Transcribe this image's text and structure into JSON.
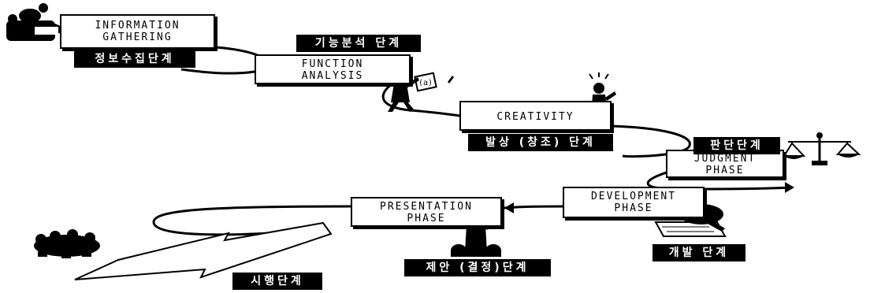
{
  "phases": [
    {
      "id": "information",
      "en_lines": [
        "INFORMATION",
        "GATHERING"
      ],
      "ko": "정보수집단계"
    },
    {
      "id": "function",
      "en_lines": [
        "FUNCTION",
        "ANALYSIS"
      ],
      "ko": "기능분석 단계"
    },
    {
      "id": "creativity",
      "en_lines": [
        "CREATIVITY"
      ],
      "ko": "발상 (창조) 단계"
    },
    {
      "id": "judgement",
      "en_lines": [
        "JUDGMENT",
        "PHASE"
      ],
      "ko": "판단단계"
    },
    {
      "id": "development",
      "en_lines": [
        "DEVELOPMENT",
        "PHASE"
      ],
      "ko": "개발 단계"
    },
    {
      "id": "presentation",
      "en_lines": [
        "PRESENTATION",
        "PHASE"
      ],
      "ko": "제안 (결정)단계"
    },
    {
      "id": "implementation",
      "en_lines": [],
      "ko": "시행단계"
    }
  ],
  "icons": [
    "people-group-icon",
    "figure-with-paper-icon",
    "figure-thinking-icon",
    "scales-icon",
    "worker-at-desk-icon",
    "presenter-icon",
    "crowd-icon",
    "big-arrow-icon"
  ],
  "colors": {
    "ink": "#000000",
    "paper": "#ffffff"
  }
}
